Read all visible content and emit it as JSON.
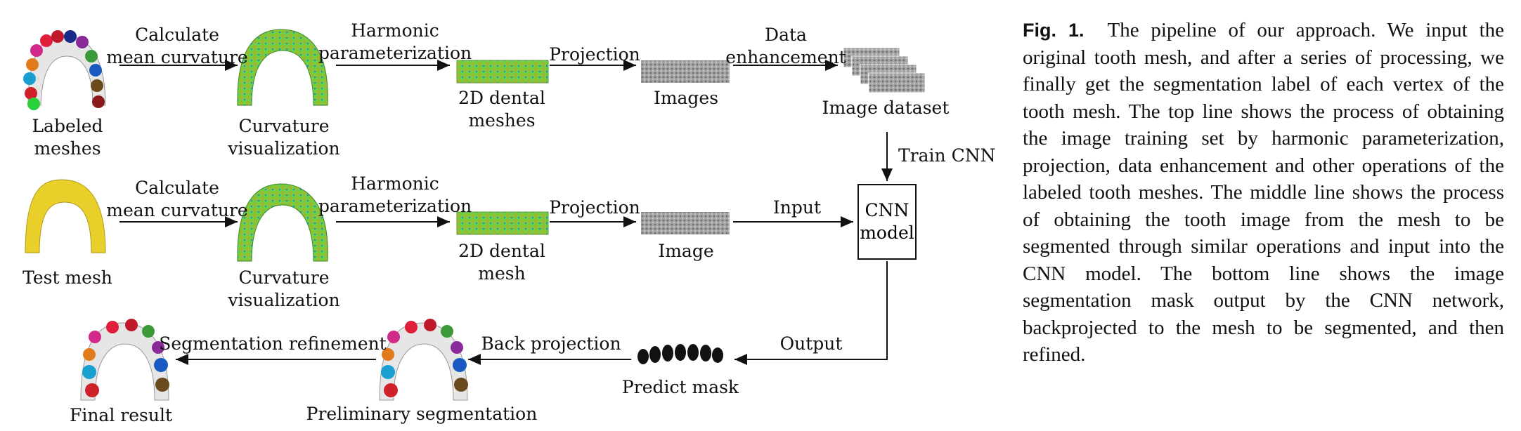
{
  "figure": {
    "row1": {
      "input_label_1": "Labeled",
      "input_label_2": "meshes",
      "step1_1": "Calculate",
      "step1_2": "mean curvature",
      "curv_1": "Curvature",
      "curv_2": "visualization",
      "step2_1": "Harmonic",
      "step2_2": "parameterization",
      "dental_1": "2D dental",
      "dental_2": "meshes",
      "step3": "Projection",
      "images": "Images",
      "step4_1": "Data",
      "step4_2": "enhancement",
      "dataset": "Image dataset"
    },
    "train": "Train CNN",
    "row2": {
      "input_label": "Test mesh",
      "step1_1": "Calculate",
      "step1_2": "mean curvature",
      "curv_1": "Curvature",
      "curv_2": "visualization",
      "step2_1": "Harmonic",
      "step2_2": "parameterization",
      "dental_1": "2D dental",
      "dental_2": "mesh",
      "step3": "Projection",
      "image": "Image",
      "input": "Input",
      "cnn_1": "CNN",
      "cnn_2": "model"
    },
    "row3": {
      "output": "Output",
      "mask": "Predict mask",
      "back": "Back projection",
      "prelim": "Preliminary segmentation",
      "refine": "Segmentation refinement",
      "final": "Final result"
    },
    "colors": {
      "curvature_green": "#5fc63a",
      "test_mesh_yellow": "#e8cf2a",
      "image_gray": "#9a9a9a"
    }
  },
  "caption": {
    "lead": "Fig. 1.",
    "text": "The pipeline of our approach. We input the original tooth mesh, and after a series of processing, we finally get the segmentation label of each vertex of the tooth mesh. The top line shows the process of obtaining the image training set by harmonic parameterization, projection, data enhancement and other operations of the labeled tooth meshes. The middle line shows the process of obtaining the tooth image from the mesh to be segmented through similar operations and input into the CNN model. The bottom line shows the image segmentation mask output by the CNN network, backprojected to the mesh to be segmented, and then refined."
  }
}
